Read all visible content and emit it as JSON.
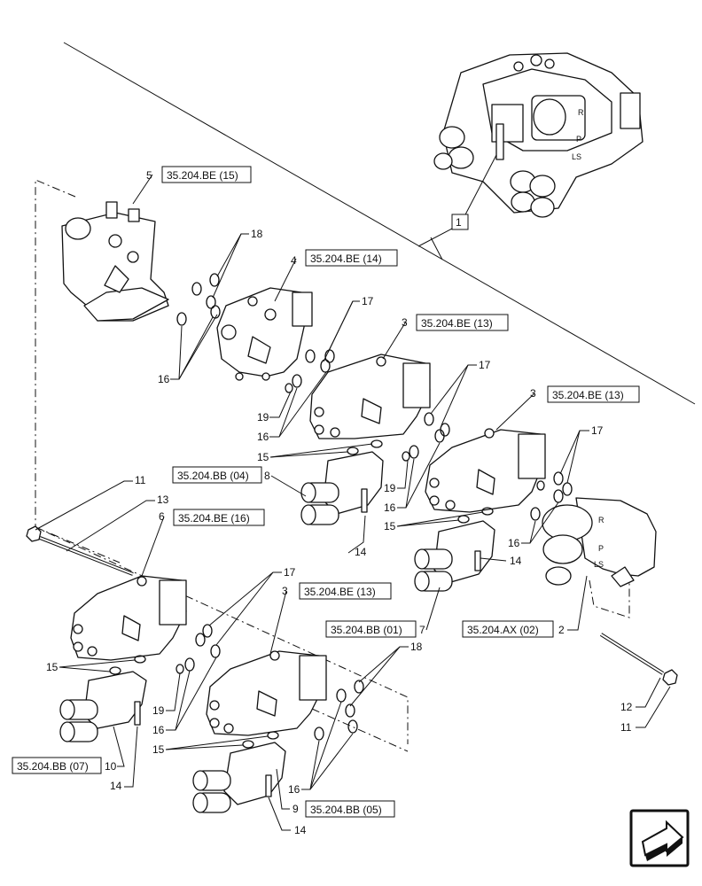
{
  "ref_boxes": {
    "rb1": "35.204.BE (15)",
    "rb2": "35.204.BE (14)",
    "rb3": "35.204.BE (13)",
    "rb4": "35.204.BE (13)",
    "rb5": "35.204.BB (04)",
    "rb6": "35.204.BE (16)",
    "rb7": "35.204.BE (13)",
    "rb8": "35.204.BB (01)",
    "rb9": "35.204.AX (02)",
    "rb10": "35.204.BB (07)",
    "rb11": "35.204.BB (05)"
  },
  "item_1": "1",
  "callouts": {
    "c5": "5",
    "c18a": "18",
    "c4": "4",
    "c16a": "16",
    "c17a": "17",
    "c3a": "3",
    "c19a": "19",
    "c16b": "16",
    "c17b": "17",
    "c3b": "3",
    "c15a": "15",
    "c8": "8",
    "c19b": "19",
    "c16c": "16",
    "c17c": "17",
    "c11a": "11",
    "c13": "13",
    "c6": "6",
    "c15b": "15",
    "c14a": "14",
    "c16d": "16",
    "c7": "7",
    "c2": "2",
    "c17d": "17",
    "c3c": "3",
    "c15c": "15",
    "c19c": "19",
    "c16e": "16",
    "c15d": "15",
    "c10": "10",
    "c14b": "14",
    "c18b": "18",
    "c12": "12",
    "c11b": "11",
    "c16f": "16",
    "c9": "9",
    "c14c": "14"
  },
  "icons": {
    "nav": "next-page-arrow-icon"
  }
}
